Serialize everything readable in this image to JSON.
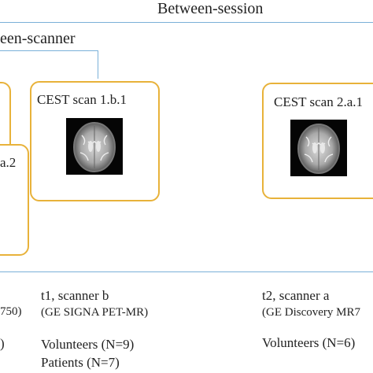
{
  "header": {
    "between_session": "Between-session",
    "between_scanner": "een-scanner"
  },
  "scans": {
    "left_partial": "a.2",
    "scan_1b1": "CEST scan 1.b.1",
    "scan_2a1": "CEST scan 2.a.1"
  },
  "sessions": {
    "left_partial_model": "750)",
    "left_partial_count": ")",
    "t1": {
      "title": "t1, scanner b",
      "model": "(GE SIGNA PET-MR)",
      "volunteers": "Volunteers (N=9)",
      "patients": "Patients (N=7)"
    },
    "t2": {
      "title": "t2, scanner a",
      "model": "(GE Discovery MR7",
      "volunteers": "Volunteers (N=6)"
    }
  },
  "colors": {
    "box_border": "#e8b23a",
    "connector": "#7ab0d8",
    "text": "#222222"
  },
  "icons": {
    "brain_image": "axial-brain-mri-icon"
  }
}
